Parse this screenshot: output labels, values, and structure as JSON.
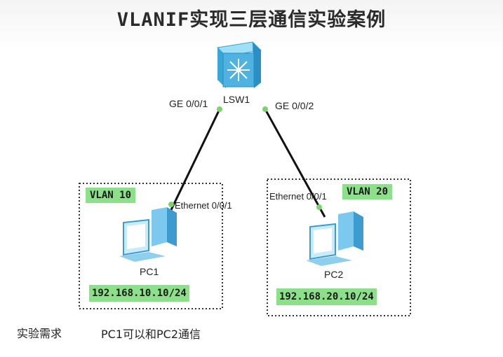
{
  "title": "VLANIF实现三层通信实验案例",
  "switch": {
    "name": "LSW1",
    "port_left": "GE 0/0/1",
    "port_right": "GE 0/0/2"
  },
  "pc1": {
    "name": "PC1",
    "port": "Ethernet 0/0/1",
    "vlan": "VLAN 10",
    "ip": "192.168.10.10/24"
  },
  "pc2": {
    "name": "PC2",
    "port": "Ethernet 0/0/1",
    "vlan": "VLAN 20",
    "ip": "192.168.20.10/24"
  },
  "requirement": {
    "label": "实验需求",
    "text": "PC1可以和PC2通信"
  },
  "colors": {
    "link": "#111111",
    "port_dot": "#7cd36a",
    "label_bg": "#8ce08a",
    "switch": "#4fb2e0",
    "pc": "#5ab3e6"
  }
}
